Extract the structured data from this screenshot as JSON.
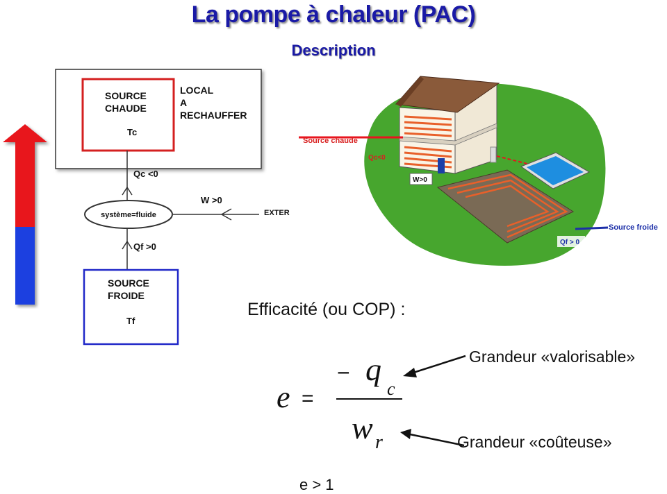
{
  "header": {
    "title": "La pompe à chaleur (PAC)",
    "subtitle": "Description"
  },
  "schematic": {
    "hot_source": [
      "SOURCE",
      "CHAUDE"
    ],
    "hot_temp": "Tc",
    "local": [
      "LOCAL",
      "A",
      "RECHAUFFER"
    ],
    "qc": "Qc <0",
    "system": "système=fluide",
    "w": "W  >0",
    "exterior": "EXTER",
    "qf": "Qf >0",
    "cold_source": [
      "SOURCE",
      "FROIDE"
    ],
    "cold_temp": "Tf"
  },
  "house": {
    "hot_source": "Source chaude",
    "qc": "Qc<0",
    "w": "W>0",
    "cold_source": "Source froide",
    "qf": "Qf > 0"
  },
  "formula": {
    "heading": "Efficacité (ou COP) :",
    "lhs": "e",
    "equals": "=",
    "minus": "−",
    "numerator": "q",
    "numerator_sub": "c",
    "denominator": "w",
    "denominator_sub": "r",
    "valorisable": "Grandeur «valorisable»",
    "couteuse": "Grandeur «coûteuse»",
    "condition": "e > 1"
  },
  "colors": {
    "title": "#1a1aa6",
    "hot": "#e8141e",
    "cold": "#1f3fe0",
    "grass": "#47a62e",
    "pipe": "#e8602a"
  }
}
